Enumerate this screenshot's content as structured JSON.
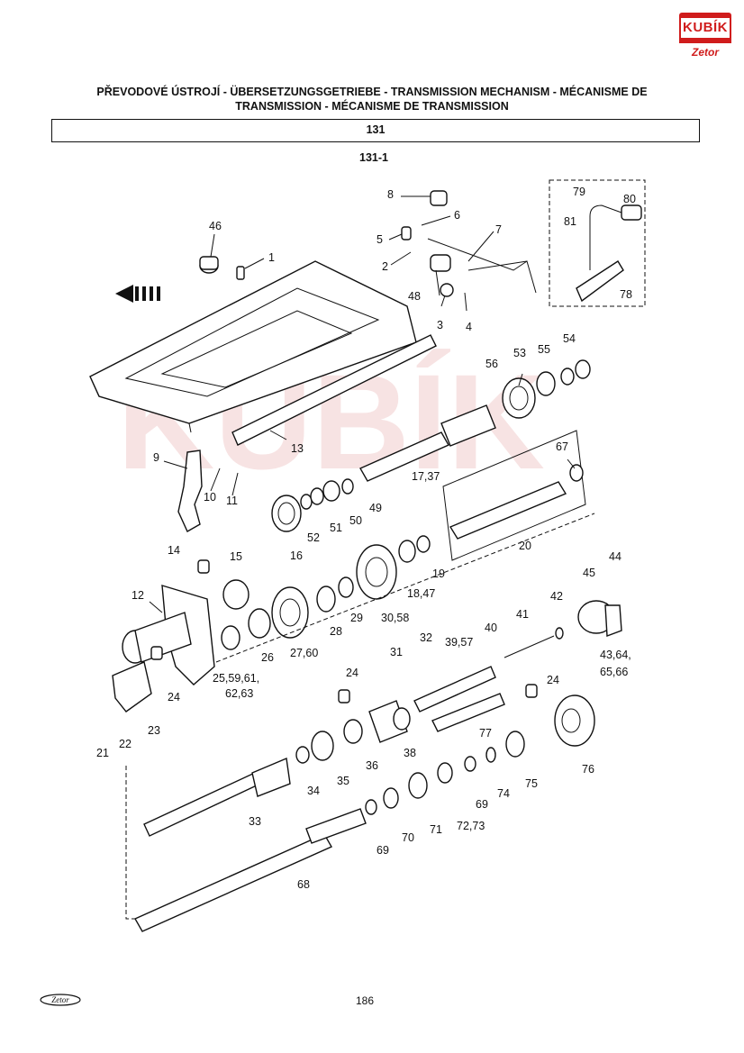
{
  "logo": {
    "name": "KUBÍK",
    "sub": "Zetor"
  },
  "header": {
    "title_line1": "PŘEVODOVÉ ÚSTROJÍ - ÜBERSETZUNGSGETRIEBE - TRANSMISSION MECHANISM - MÉCANISME DE",
    "title_line2": "TRANSMISSION - MÉCANISME DE TRANSMISSION",
    "section": "131",
    "figure": "131-1"
  },
  "watermark": {
    "text": "KUBÍK",
    "color": "#e8b0b0"
  },
  "labels": {
    "p1": "1",
    "p2": "2",
    "p3": "3",
    "p4": "4",
    "p5": "5",
    "p6": "6",
    "p7": "7",
    "p8": "8",
    "p9": "9",
    "p10": "10",
    "p11": "11",
    "p12": "12",
    "p13": "13",
    "p14": "14",
    "p15": "15",
    "p16": "16",
    "p17_37": "17,37",
    "p18_47": "18,47",
    "p19": "19",
    "p20": "20",
    "p21": "21",
    "p22": "22",
    "p23": "23",
    "p24a": "24",
    "p24b": "24",
    "p24c": "24",
    "p25_line1": "25,59,61,",
    "p25_line2": "62,63",
    "p26": "26",
    "p27_60": "27,60",
    "p28": "28",
    "p29": "29",
    "p30_58": "30,58",
    "p31": "31",
    "p32": "32",
    "p33": "33",
    "p34": "34",
    "p35": "35",
    "p36": "36",
    "p38": "38",
    "p39_57": "39,57",
    "p40": "40",
    "p41": "41",
    "p42": "42",
    "p43_line1": "43,64,",
    "p43_line2": "65,66",
    "p44": "44",
    "p45": "45",
    "p46": "46",
    "p48": "48",
    "p49": "49",
    "p50": "50",
    "p51": "51",
    "p52": "52",
    "p53": "53",
    "p54": "54",
    "p55": "55",
    "p56": "56",
    "p67": "67",
    "p68": "68",
    "p69a": "69",
    "p69b": "69",
    "p70": "70",
    "p71": "71",
    "p72_73": "72,73",
    "p74": "74",
    "p75": "75",
    "p76": "76",
    "p77": "77",
    "p78": "78",
    "p79": "79",
    "p80": "80",
    "p81": "81"
  },
  "footer": {
    "page": "186",
    "logo": "Zetor"
  }
}
